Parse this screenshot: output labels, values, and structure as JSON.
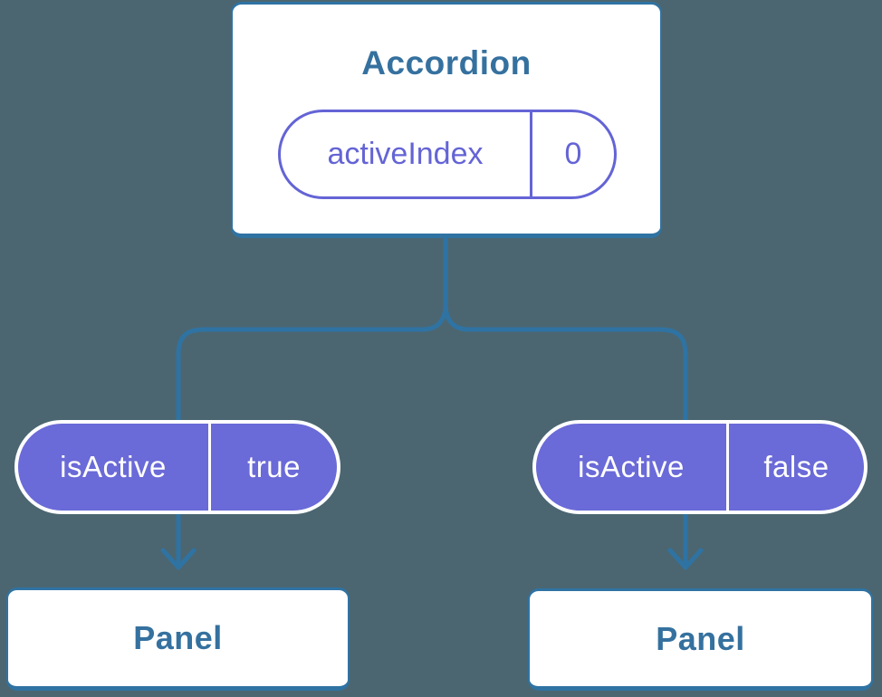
{
  "diagram": {
    "root": {
      "title": "Accordion",
      "state": {
        "name": "activeIndex",
        "value": "0"
      }
    },
    "children": [
      {
        "prop": {
          "name": "isActive",
          "value": "true"
        },
        "panel_label": "Panel"
      },
      {
        "prop": {
          "name": "isActive",
          "value": "false"
        },
        "panel_label": "Panel"
      }
    ]
  },
  "colors": {
    "background": "#4B6671",
    "connector_line": "#2F73A3",
    "box_border": "#2F73A3",
    "box_fill": "#FFFFFF",
    "heading_text": "#35719F",
    "state_pill_outline": "#6464D6",
    "prop_pill_fill": "#6A6AD8",
    "prop_pill_text": "#FFFFFF"
  }
}
